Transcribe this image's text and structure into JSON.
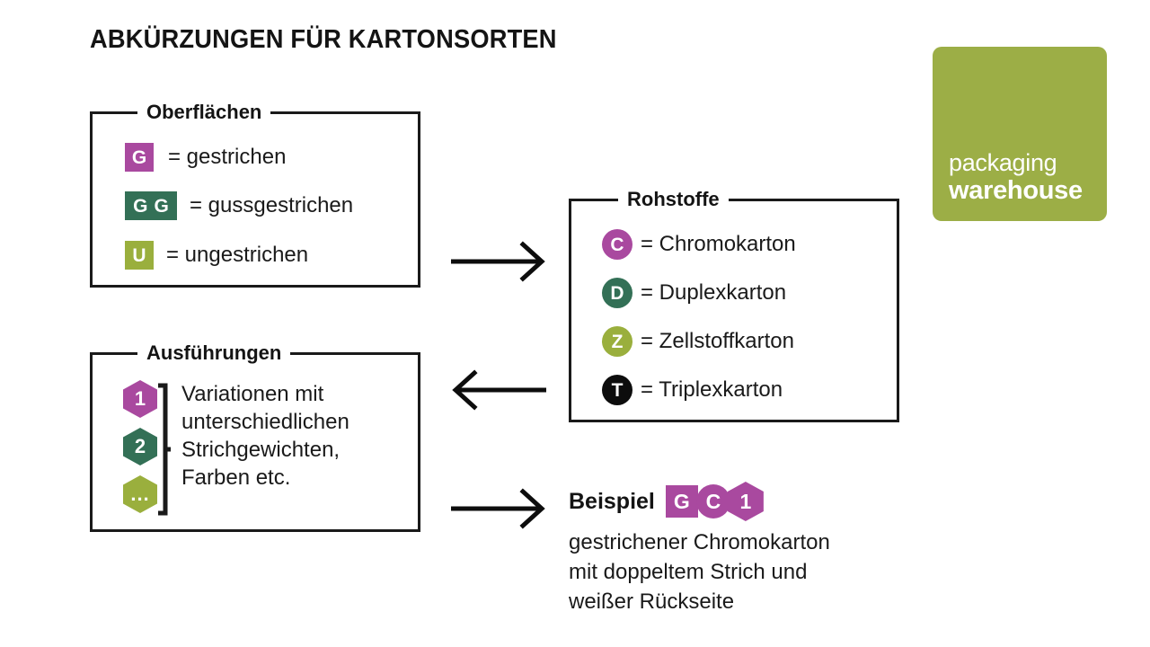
{
  "page": {
    "title": "ABKÜRZUNGEN FÜR KARTONSORTEN",
    "background": "#ffffff"
  },
  "colors": {
    "magenta": "#a9499f",
    "dark_green": "#337056",
    "olive": "#9aaf3d",
    "black": "#0d0d0d",
    "logo_green": "#9cae46",
    "line": "#1a1a1a"
  },
  "panels": {
    "oberflaechen": {
      "legend": "Oberflächen",
      "rows": [
        {
          "badge": "G",
          "badge_shape": "square",
          "badge_color": "magenta",
          "text": "= gestrichen"
        },
        {
          "badge": "GG",
          "badge_shape": "square-wide",
          "badge_color": "dark_green",
          "text": "= gussgestrichen"
        },
        {
          "badge": "U",
          "badge_shape": "square",
          "badge_color": "olive",
          "text": "= ungestrichen"
        }
      ]
    },
    "rohstoffe": {
      "legend": "Rohstoffe",
      "rows": [
        {
          "badge": "C",
          "badge_shape": "circle",
          "badge_color": "magenta",
          "text": "= Chromokarton"
        },
        {
          "badge": "D",
          "badge_shape": "circle",
          "badge_color": "dark_green",
          "text": "= Duplexkarton"
        },
        {
          "badge": "Z",
          "badge_shape": "circle",
          "badge_color": "olive",
          "text": "= Zellstoffkarton"
        },
        {
          "badge": "T",
          "badge_shape": "circle",
          "badge_color": "black",
          "text": "= Triplexkarton"
        }
      ]
    },
    "ausfuehrungen": {
      "legend": "Ausführungen",
      "badges": [
        {
          "badge": "1",
          "badge_shape": "hexagon",
          "badge_color": "magenta"
        },
        {
          "badge": "2",
          "badge_shape": "hexagon",
          "badge_color": "dark_green"
        },
        {
          "badge": "...",
          "badge_shape": "hexagon",
          "badge_color": "olive"
        }
      ],
      "description_lines": [
        "Variationen mit",
        "unterschiedlichen",
        "Strichgewichten,",
        "Farben etc."
      ]
    }
  },
  "arrows": [
    {
      "name": "arrow-oberflaechen-to-rohstoffe",
      "direction": "right"
    },
    {
      "name": "arrow-rohstoffe-to-ausfuehrungen",
      "direction": "left"
    },
    {
      "name": "arrow-ausfuehrungen-to-beispiel",
      "direction": "right"
    }
  ],
  "beispiel": {
    "label": "Beispiel",
    "badges": [
      {
        "badge": "G",
        "badge_shape": "square",
        "badge_color": "magenta"
      },
      {
        "badge": "C",
        "badge_shape": "circle",
        "badge_color": "magenta"
      },
      {
        "badge": "1",
        "badge_shape": "hexagon",
        "badge_color": "magenta"
      }
    ],
    "description_lines": [
      "gestrichener Chromokarton",
      "mit doppeltem Strich und",
      "weißer Rückseite"
    ]
  },
  "logo": {
    "line1": "packaging",
    "line2": "warehouse",
    "background": "#9cae46"
  }
}
